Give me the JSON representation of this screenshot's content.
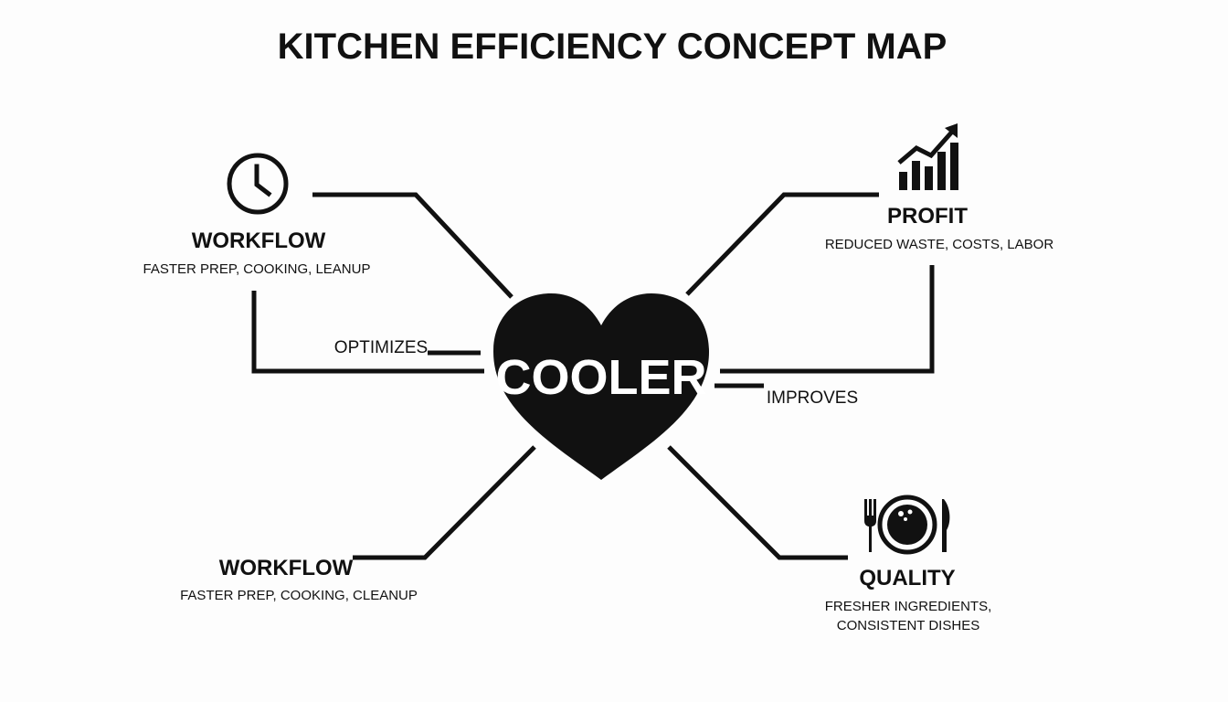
{
  "title": "KITCHEN EFFICIENCY CONCEPT MAP",
  "center": {
    "label": "COOLER",
    "shape": "heart-icon"
  },
  "nodes": {
    "workflow_top": {
      "title": "WORKFLOW",
      "subtitle": "FASTER PREP, COOKING, LEANUP",
      "icon": "clock-icon"
    },
    "profit": {
      "title": "PROFIT",
      "subtitle": "REDUCED WASTE, COSTS, LABOR",
      "icon": "bar-chart-trend-icon"
    },
    "workflow_bottom": {
      "title": "WORKFLOW",
      "subtitle": "FASTER PREP, COOKING, CLEANUP"
    },
    "quality": {
      "title": "QUALITY",
      "subtitle_line1": "FRESHER INGREDIENTS,",
      "subtitle_line2": "CONSISTENT DISHES",
      "icon": "plate-fork-knife-icon"
    }
  },
  "edges": {
    "optimizes": "OPTIMIZES",
    "improves": "IMPROVES"
  },
  "colors": {
    "ink": "#111111",
    "background": "#fdfdfd",
    "center_text": "#ffffff"
  }
}
